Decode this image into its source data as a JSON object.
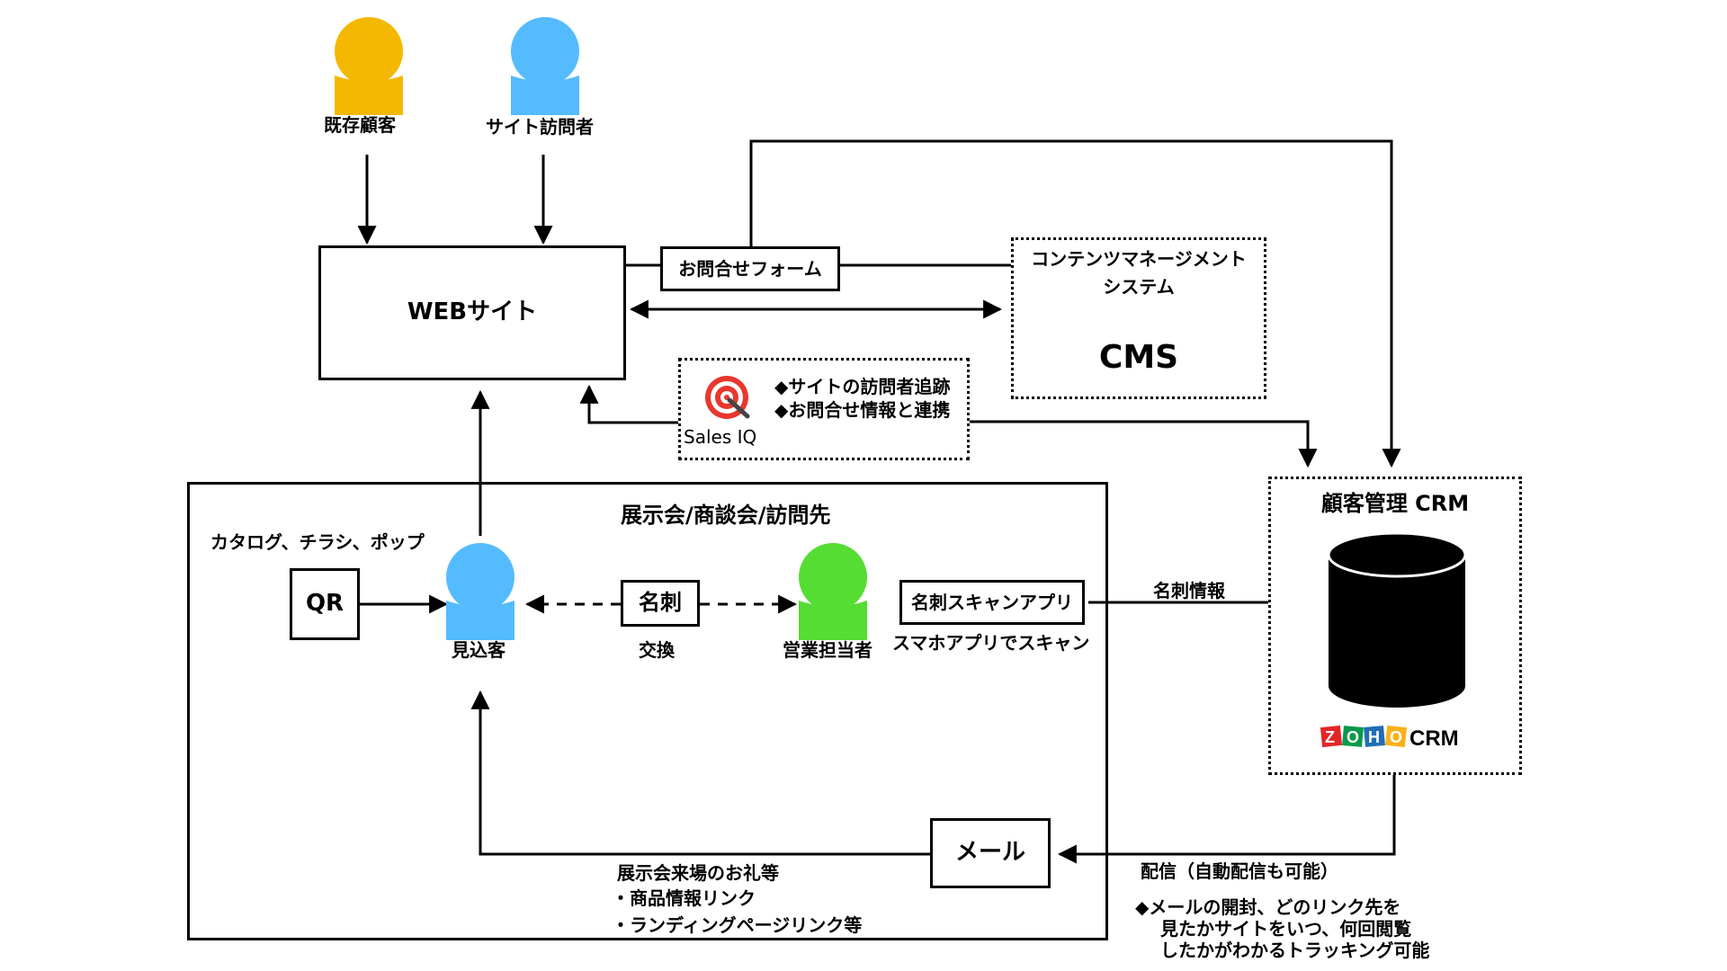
{
  "people": {
    "existing_customer": "既存顧客",
    "site_visitor": "サイト訪問者",
    "prospect": "見込客",
    "sales_rep": "営業担当者"
  },
  "website": {
    "label": "WEBサイト"
  },
  "inquiry_form": {
    "label": "お問合せフォーム"
  },
  "cms": {
    "line1": "コンテンツマネージメント",
    "line2": "システム",
    "label": "CMS"
  },
  "salesiq": {
    "feature1": "◆サイトの訪問者追跡",
    "feature2": "◆お問合せ情報と連携",
    "label": "Sales IQ"
  },
  "crm": {
    "title": "顧客管理 CRM",
    "logo_word": "ZOHO",
    "logo_crm": "CRM"
  },
  "event": {
    "title": "展示会/商談会/訪問先",
    "materials": "カタログ、チラシ、ポップ",
    "qr": "QR",
    "card": "名刺",
    "exchange": "交換",
    "scan_app": "名刺スキャンアプリ",
    "scan_caption": "スマホアプリでスキャン",
    "mail": "メール",
    "mail_note1": "展示会来場のお礼等",
    "mail_note2": "・商品情報リンク",
    "mail_note3": "・ランディングページリンク等"
  },
  "flows": {
    "card_info": "名刺情報",
    "delivery": "配信（自動配信も可能）",
    "tracking1": "◆メールの開封、どのリンク先を",
    "tracking2": "見たかサイトをいつ、何回閲覧",
    "tracking3": "したかがわかるトラッキング可能"
  },
  "colors": {
    "existing_customer": "#F5B800",
    "site_visitor": "#55BBFF",
    "prospect": "#55BBFF",
    "sales_rep": "#55DD33",
    "zoho_z": "#E42527",
    "zoho_o1": "#089949",
    "zoho_h": "#226DB4",
    "zoho_o2": "#F9B21D"
  }
}
